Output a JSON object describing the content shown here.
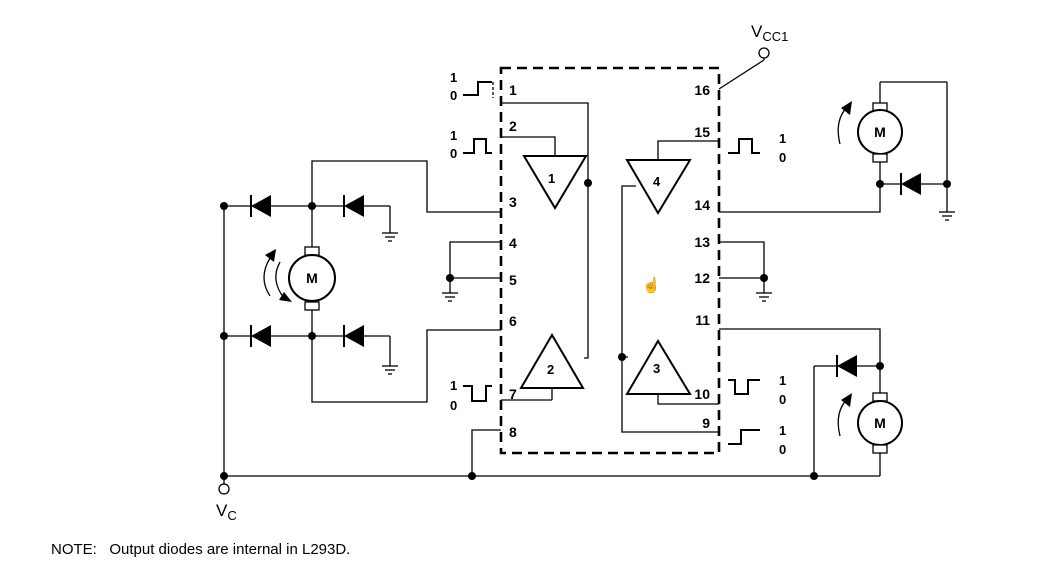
{
  "supply": {
    "vcc1_main": "V",
    "vcc1_sub": "CC1",
    "vc_main": "V",
    "vc_sub": "C"
  },
  "pins_left": [
    "1",
    "2",
    "3",
    "4",
    "5",
    "6",
    "7",
    "8"
  ],
  "pins_right": [
    "16",
    "15",
    "14",
    "13",
    "12",
    "11",
    "10",
    "9"
  ],
  "drivers": [
    "1",
    "2",
    "3",
    "4"
  ],
  "motor_label": "M",
  "logic": {
    "high": "1",
    "low": "0"
  },
  "note": {
    "label": "NOTE:",
    "text": "Output diodes are internal in L293D."
  }
}
